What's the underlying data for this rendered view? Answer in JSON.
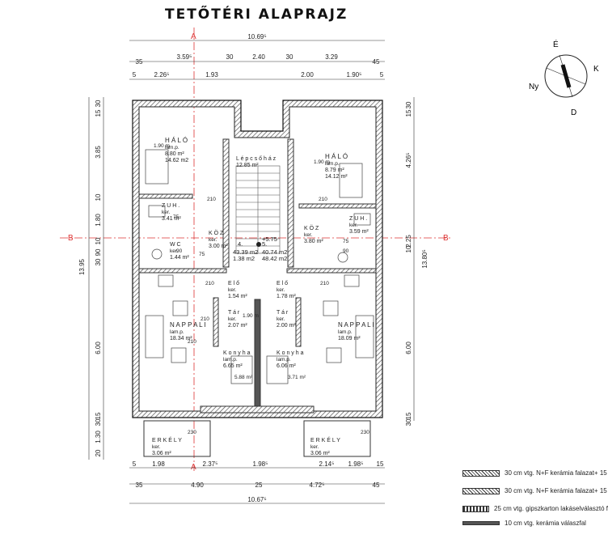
{
  "title": "TETŐTÉRI ALAPRAJZ",
  "section_labels": {
    "a": "A",
    "b": "B"
  },
  "compass": {
    "n": "É",
    "e": "K",
    "s": "D",
    "w": "Ny"
  },
  "dims_top": {
    "total": "10.69⁵",
    "row1": [
      "35",
      "3.59⁵",
      "30",
      "2.40",
      "30",
      "3.29",
      "45"
    ],
    "row2": [
      "5",
      "2.26⁵",
      "1.93",
      "2.00",
      "1.90⁵",
      "5"
    ]
  },
  "dims_bottom": {
    "row1": [
      "5",
      "1.98",
      "2.37⁵",
      "1.98⁵",
      "2.14⁵",
      "1.98⁵",
      "15"
    ],
    "row2": [
      "35",
      "4.90",
      "25",
      "4.72⁵",
      "45"
    ],
    "total": "10.67⁵"
  },
  "dims_left": {
    "total": "13.95",
    "segments": [
      "30",
      "15",
      "3.85",
      "10",
      "1.80",
      "10",
      "90",
      "30",
      "6.00",
      "15",
      "30",
      "1.30",
      "20"
    ]
  },
  "dims_right": {
    "total": "13.80⁵",
    "segments": [
      "30",
      "15",
      "4.26⁵",
      "2.25",
      "10",
      "6.00",
      "15",
      "30"
    ]
  },
  "rooms": [
    {
      "id": "halo-left",
      "name": "H Á L Ó",
      "floor": "lam.p.",
      "area1": "8.80 m²",
      "area2": "14.62 m2",
      "extra": "1.90 m"
    },
    {
      "id": "halo-right",
      "name": "H Á L Ó",
      "floor": "lam.p.",
      "area1": "8.79 m²",
      "area2": "14.12 m²",
      "extra": "1.90 m"
    },
    {
      "id": "lepcsohaz",
      "name": "L é p c s ő h á z",
      "area1": "12.85 m²"
    },
    {
      "id": "zuh-left",
      "name": "Z U H .",
      "floor": "ker.",
      "area1": "3.41 m²"
    },
    {
      "id": "zuh-right",
      "name": "Z U H .",
      "floor": "ker.",
      "area1": "3.59 m²"
    },
    {
      "id": "koz-left",
      "name": "K Ö Z",
      "floor": "ker.",
      "area1": "3.00 m²"
    },
    {
      "id": "koz-right",
      "name": "K Ö Z",
      "floor": "ker.",
      "area1": "3.80 m²"
    },
    {
      "id": "wc-left",
      "name": "W C",
      "floor": "ker.",
      "area1": "1.44 m²"
    },
    {
      "id": "elo-left",
      "name": "E l ő",
      "floor": "ker.",
      "area1": "1.54 m²"
    },
    {
      "id": "elo-right",
      "name": "E l ő",
      "floor": "ker.",
      "area1": "1.78 m²"
    },
    {
      "id": "tar-left",
      "name": "T á r",
      "floor": "ker.",
      "area1": "2.07 m²"
    },
    {
      "id": "tar-right",
      "name": "T á r",
      "floor": "ker.",
      "area1": "2.00 m²"
    },
    {
      "id": "nappali-left",
      "name": "N A P P A L I",
      "floor": "lam.p.",
      "area1": "18.34 m²"
    },
    {
      "id": "nappali-right",
      "name": "N A P P A L I",
      "floor": "lam.p.",
      "area1": "18.09 m²"
    },
    {
      "id": "konyha-left",
      "name": "K o n y h a",
      "floor": "lam.p.",
      "area1": "6.65 m²",
      "extra": "5.88 m²"
    },
    {
      "id": "konyha-right",
      "name": "K o n y h a",
      "floor": "lam.p.",
      "area1": "6.06 m²",
      "extra": "3.71 m²"
    },
    {
      "id": "erkely-left",
      "name": "E R K É L Y",
      "floor": "ker.",
      "area1": "3.06 m²"
    },
    {
      "id": "erkely-right",
      "name": "E R K É L Y",
      "floor": "ker.",
      "area1": "3.06 m²"
    }
  ],
  "unit_totals": {
    "left_no": "4.",
    "left_a": "43.39 m2",
    "left_b": "1.38 m2",
    "right_no": "5.",
    "right_a": "40.74 m2",
    "right_b": "48.42 m2",
    "level": "+5.75"
  },
  "misc_labels": [
    "210",
    "75",
    "90",
    "210",
    "210",
    "75",
    "90",
    "210",
    "75",
    "230",
    "230",
    "210",
    "210",
    "1.90 m"
  ],
  "legend": [
    {
      "text": "30 cm vtg. N+F kerámia falazat+ 15",
      "style": "hatch"
    },
    {
      "text": "30 cm vtg. N+F kerámia falazat+ 15",
      "style": "hatch"
    },
    {
      "text": "25 cm vtg. gipszkarton lakáselválasztó f",
      "style": "dots"
    },
    {
      "text": "10 cm vtg. kerámia válaszfal",
      "style": "thin"
    }
  ]
}
